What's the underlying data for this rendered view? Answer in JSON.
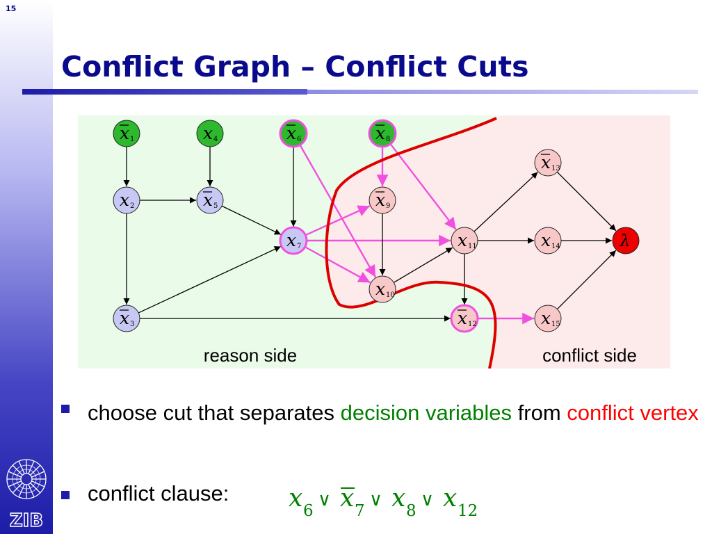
{
  "slide_number": "15",
  "title": "Conflict Graph – Conflict Cuts",
  "logo_text": "ZIB",
  "colors": {
    "title": "#0a0a8c",
    "reason_bg": "#eafbea",
    "conflict_bg": "#fdebeb",
    "decision_node": "#2eb82e",
    "reason_node": "#c8c8f5",
    "conflict_node": "#f8c8c8",
    "conflict_vertex": "#ee0000",
    "cut_line": "#dd0000",
    "cut_edge": "#f050e0",
    "highlight_text_green": "#008000",
    "highlight_text_red": "#ff0000"
  },
  "graph": {
    "reason_side_label": "reason side",
    "conflict_side_label": "conflict side",
    "nodes": [
      {
        "id": "x1",
        "var": "x",
        "sub": "1",
        "negated": true,
        "role": "decision"
      },
      {
        "id": "x4",
        "var": "x",
        "sub": "4",
        "negated": false,
        "role": "decision"
      },
      {
        "id": "x6",
        "var": "x",
        "sub": "6",
        "negated": true,
        "role": "decision",
        "on_cut": true
      },
      {
        "id": "x8",
        "var": "x",
        "sub": "8",
        "negated": true,
        "role": "decision",
        "on_cut": true
      },
      {
        "id": "x2",
        "var": "x",
        "sub": "2",
        "negated": false,
        "role": "reason"
      },
      {
        "id": "x5",
        "var": "x",
        "sub": "5",
        "negated": true,
        "role": "reason"
      },
      {
        "id": "x7",
        "var": "x",
        "sub": "7",
        "negated": false,
        "role": "reason",
        "on_cut": true
      },
      {
        "id": "x3",
        "var": "x",
        "sub": "3",
        "negated": true,
        "role": "reason"
      },
      {
        "id": "x9",
        "var": "x",
        "sub": "9",
        "negated": true,
        "role": "conflict"
      },
      {
        "id": "x10",
        "var": "x",
        "sub": "10",
        "negated": false,
        "role": "conflict"
      },
      {
        "id": "x11",
        "var": "x",
        "sub": "11",
        "negated": false,
        "role": "conflict"
      },
      {
        "id": "x12",
        "var": "x",
        "sub": "12",
        "negated": true,
        "role": "conflict",
        "on_cut": true
      },
      {
        "id": "x13",
        "var": "x",
        "sub": "13",
        "negated": true,
        "role": "conflict"
      },
      {
        "id": "x14",
        "var": "x",
        "sub": "14",
        "negated": false,
        "role": "conflict"
      },
      {
        "id": "x15",
        "var": "x",
        "sub": "15",
        "negated": false,
        "role": "conflict"
      },
      {
        "id": "lambda",
        "var": "λ",
        "sub": "",
        "negated": false,
        "role": "conflict-vertex"
      }
    ],
    "edges": [
      {
        "from": "x1",
        "to": "x2"
      },
      {
        "from": "x4",
        "to": "x5"
      },
      {
        "from": "x6",
        "to": "x7"
      },
      {
        "from": "x2",
        "to": "x5"
      },
      {
        "from": "x2",
        "to": "x3"
      },
      {
        "from": "x5",
        "to": "x7"
      },
      {
        "from": "x3",
        "to": "x7"
      },
      {
        "from": "x3",
        "to": "x12"
      },
      {
        "from": "x6",
        "to": "x10",
        "cut": true
      },
      {
        "from": "x8",
        "to": "x9",
        "cut": true
      },
      {
        "from": "x8",
        "to": "x11",
        "cut": true
      },
      {
        "from": "x7",
        "to": "x9",
        "cut": true
      },
      {
        "from": "x7",
        "to": "x11",
        "cut": true
      },
      {
        "from": "x7",
        "to": "x10",
        "cut": true
      },
      {
        "from": "x12",
        "to": "x15",
        "cut": true
      },
      {
        "from": "x9",
        "to": "x10"
      },
      {
        "from": "x10",
        "to": "x11"
      },
      {
        "from": "x11",
        "to": "x13"
      },
      {
        "from": "x11",
        "to": "x14"
      },
      {
        "from": "x11",
        "to": "x12"
      },
      {
        "from": "x13",
        "to": "lambda"
      },
      {
        "from": "x14",
        "to": "lambda"
      },
      {
        "from": "x15",
        "to": "lambda"
      }
    ]
  },
  "bullets": [
    {
      "parts": [
        {
          "text": "choose cut that separates ",
          "style": "normal"
        },
        {
          "text": "decision variables",
          "style": "green"
        },
        {
          "text": " from ",
          "style": "normal"
        },
        {
          "text": "conflict vertex",
          "style": "red"
        }
      ]
    },
    {
      "parts": [
        {
          "text": "conflict clause:",
          "style": "normal"
        }
      ]
    }
  ],
  "conflict_clause": {
    "literals": [
      {
        "var": "x",
        "sub": "6",
        "negated": false
      },
      {
        "var": "x",
        "sub": "7",
        "negated": true
      },
      {
        "var": "x",
        "sub": "8",
        "negated": false
      },
      {
        "var": "x",
        "sub": "12",
        "negated": false
      }
    ],
    "operator": "∨"
  }
}
